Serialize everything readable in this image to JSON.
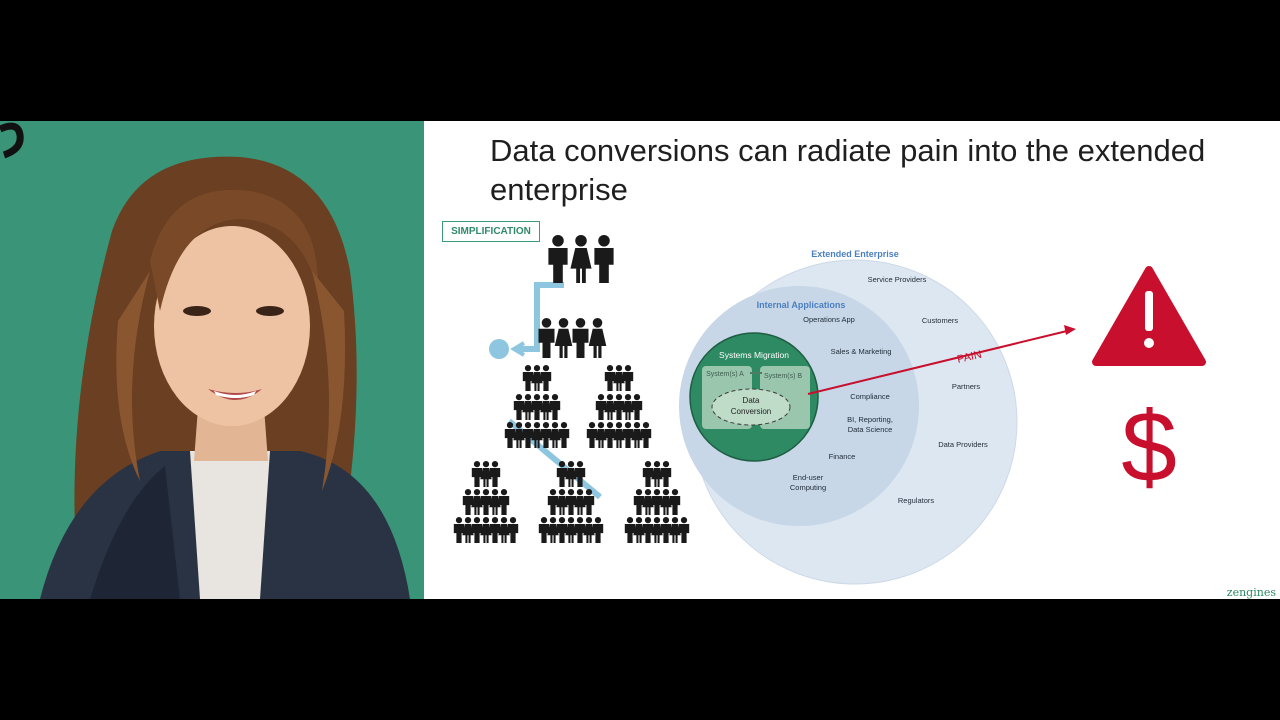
{
  "slide": {
    "title": "Data conversions can radiate pain into the extended enterprise",
    "badge": "SIMPLIFICATION",
    "brand": "zengines"
  },
  "diagram": {
    "outer_label": "Extended Enterprise",
    "middle_label": "Internal Applications",
    "inner_label": "Systems Migration",
    "system_a": "System(s) A",
    "system_b": "System(s) B",
    "data_conversion": [
      "Data",
      "Conversion"
    ],
    "pain_label": "PAIN",
    "internal_items": [
      {
        "lines": [
          "Operations App"
        ]
      },
      {
        "lines": [
          "Sales & Marketing"
        ]
      },
      {
        "lines": [
          "Compliance"
        ]
      },
      {
        "lines": [
          "BI, Reporting,",
          "Data Science"
        ]
      },
      {
        "lines": [
          "Finance"
        ]
      },
      {
        "lines": [
          "End-user",
          "Computing"
        ]
      }
    ],
    "extended_items": [
      {
        "lines": [
          "Service Providers"
        ]
      },
      {
        "lines": [
          "Customers"
        ]
      },
      {
        "lines": [
          "Partners"
        ]
      },
      {
        "lines": [
          "Data Providers"
        ]
      },
      {
        "lines": [
          "Regulators"
        ]
      }
    ]
  },
  "icons": {
    "warning": "warning-icon",
    "dollar": "dollar-icon",
    "dollar_glyph": "$",
    "warning_glyph": "!"
  },
  "colors": {
    "green_bg": "#3a9478",
    "inner_circle": "#2e8a63",
    "pain_red": "#c8102e",
    "label_blue": "#4a7fc1",
    "people": "#1a1a1a",
    "connector": "#8ec6e0"
  }
}
